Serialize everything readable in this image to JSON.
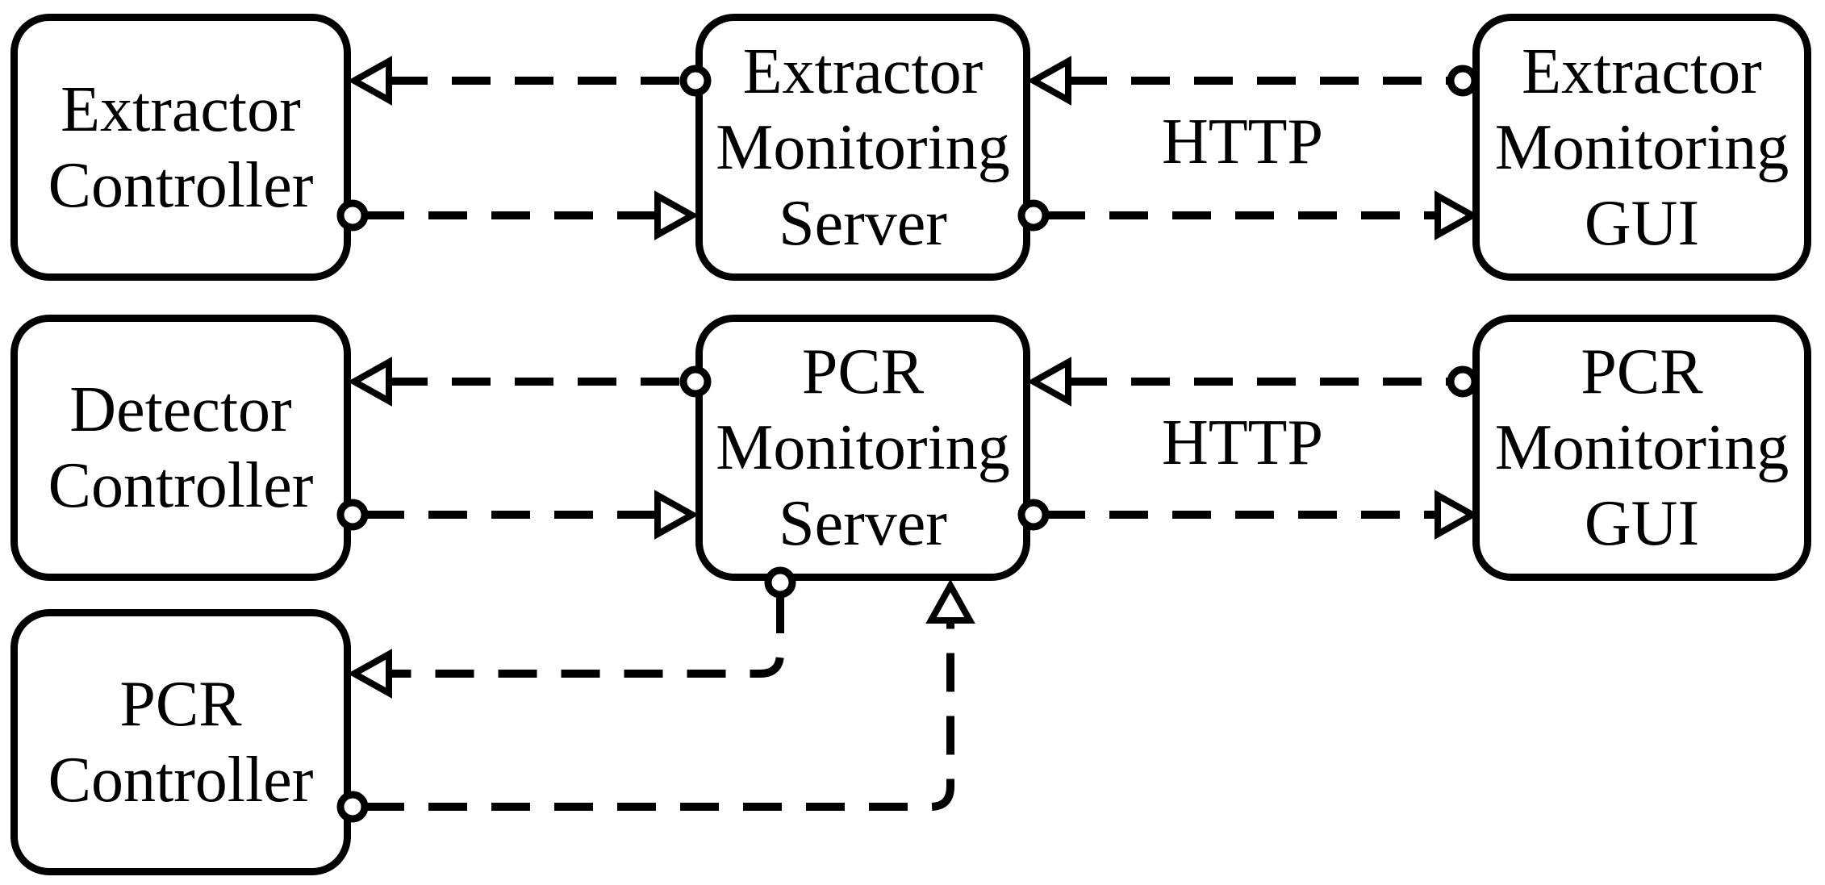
{
  "diagram": {
    "background_color": "#ffffff",
    "line_color": "#000000",
    "boxes": {
      "extractor_controller": {
        "label": "Extractor\nController"
      },
      "extractor_monitoring_server": {
        "label": "Extractor\nMonitoring\nServer"
      },
      "extractor_monitoring_gui": {
        "label": "Extractor\nMonitoring\nGUI"
      },
      "detector_controller": {
        "label": "Detector\nController"
      },
      "pcr_monitoring_server": {
        "label": "PCR\nMonitoring\nServer"
      },
      "pcr_monitoring_gui": {
        "label": "PCR\nMonitoring\nGUI"
      },
      "pcr_controller": {
        "label": "PCR\nController"
      }
    },
    "edge_labels": {
      "http_top": "HTTP",
      "http_bottom": "HTTP"
    },
    "connections": [
      {
        "from": "extractor_monitoring_server",
        "to": "extractor_controller",
        "style": "dashed, ball origin, open arrowhead"
      },
      {
        "from": "extractor_controller",
        "to": "extractor_monitoring_server",
        "style": "dashed, ball origin, open arrowhead"
      },
      {
        "from": "extractor_monitoring_gui",
        "to": "extractor_monitoring_server",
        "style": "dashed, ball origin, open arrowhead",
        "label": "HTTP"
      },
      {
        "from": "extractor_monitoring_server",
        "to": "extractor_monitoring_gui",
        "style": "dashed, ball origin, open arrowhead",
        "label": "HTTP"
      },
      {
        "from": "pcr_monitoring_server",
        "to": "detector_controller",
        "style": "dashed, ball origin, open arrowhead"
      },
      {
        "from": "detector_controller",
        "to": "pcr_monitoring_server",
        "style": "dashed, ball origin, open arrowhead"
      },
      {
        "from": "pcr_monitoring_gui",
        "to": "pcr_monitoring_server",
        "style": "dashed, ball origin, open arrowhead",
        "label": "HTTP"
      },
      {
        "from": "pcr_monitoring_server",
        "to": "pcr_monitoring_gui",
        "style": "dashed, ball origin, open arrowhead",
        "label": "HTTP"
      },
      {
        "from": "pcr_monitoring_server",
        "to": "pcr_controller",
        "style": "dashed, ball origin, open arrowhead, L-shaped"
      },
      {
        "from": "pcr_controller",
        "to": "pcr_monitoring_server",
        "style": "dashed, ball origin, open arrowhead, L-shaped"
      }
    ]
  }
}
